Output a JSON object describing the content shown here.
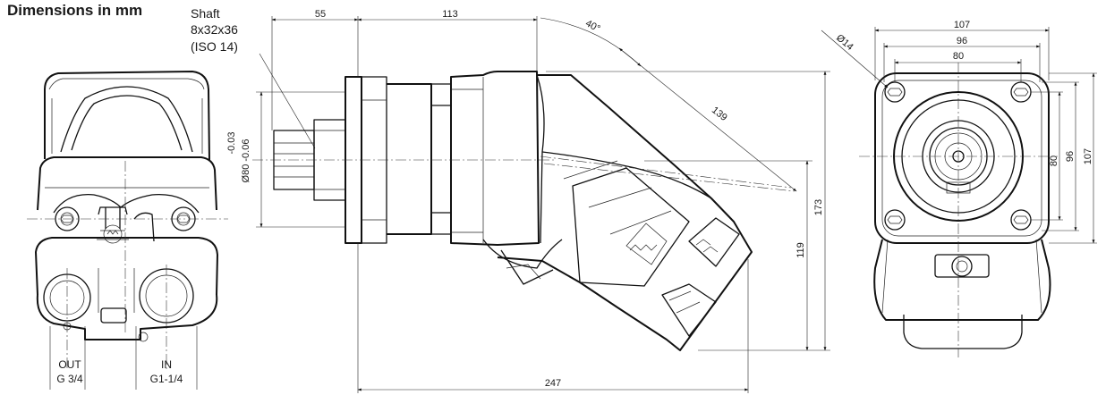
{
  "title": "Dimensions in mm",
  "shaft": {
    "line1": "Shaft",
    "line2": "8x32x36",
    "line3": "(ISO 14)"
  },
  "side_view": {
    "dim_55": "55",
    "dim_113": "113",
    "angle": "40°",
    "dim_139": "139",
    "tolerance_1": "-0.03",
    "tolerance_2": "Ø80 -0.06",
    "dim_173": "173",
    "dim_119": "119",
    "dim_247": "247"
  },
  "front_view": {
    "out_label": "OUT",
    "out_thread": "G 3/4",
    "in_label": "IN",
    "in_thread": "G1-1/4"
  },
  "flange_view": {
    "hole_dia": "Ø14",
    "dim_107_top": "107",
    "dim_96_top": "96",
    "dim_80_top": "80",
    "dim_80_side": "80",
    "dim_96_side": "96",
    "dim_107_side": "107"
  }
}
